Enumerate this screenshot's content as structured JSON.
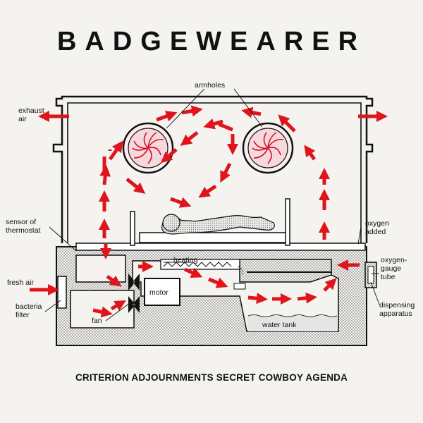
{
  "title": "BADGEWEARER",
  "caption": "CRITERION ADJOURNMENTS SECRET COWBOY AGENDA",
  "colors": {
    "arrow": "#e0141c",
    "line": "#111111",
    "hatch": "#444444",
    "fan_fill": "#f6d9dd",
    "background": "#f4f3ef"
  },
  "labels": {
    "armholes": "armholes",
    "exhaust_air_1": "exhaust",
    "exhaust_air_2": "air",
    "sensor_1": "sensor of",
    "sensor_2": "thermostat",
    "oxygen_added_1": "oxygen",
    "oxygen_added_2": "added",
    "oxygen_gauge_1": "oxygen-",
    "oxygen_gauge_2": "gauge",
    "oxygen_gauge_3": "tube",
    "fresh_air": "fresh air",
    "bacteria_1": "bacteria",
    "bacteria_2": "filter",
    "fan": "fan",
    "motor": "motor",
    "heating": "heating",
    "water_tank": "water tank",
    "dispensing_1": "dispensing",
    "dispensing_2": "apparatus"
  }
}
